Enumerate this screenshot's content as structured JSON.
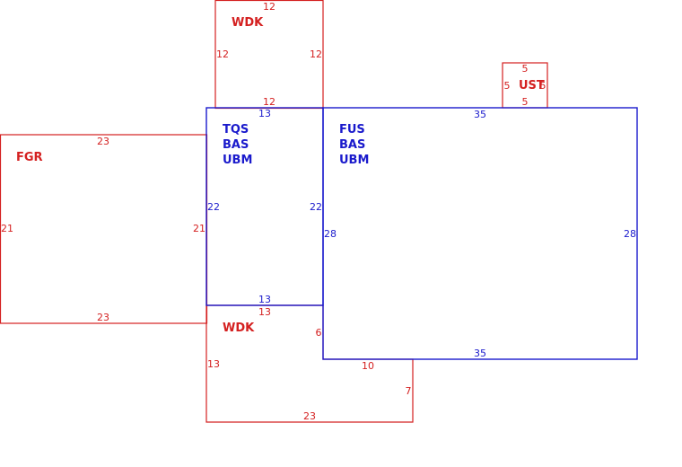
{
  "colors": {
    "red": "#d42020",
    "blue": "#1a1acc"
  },
  "areas": {
    "wdk_top": {
      "label": "WDK",
      "dims": {
        "top": "12",
        "left": "12",
        "right": "12",
        "bottom": "12"
      }
    },
    "ust": {
      "label": "UST",
      "dims": {
        "top": "5",
        "left": "5",
        "right": "5",
        "bottom": "5"
      }
    },
    "fgr": {
      "label": "FGR",
      "dims": {
        "top": "23",
        "left": "21",
        "right": "21",
        "bottom": "23"
      }
    },
    "tqs": {
      "lines": [
        "TQS",
        "BAS",
        "UBM"
      ],
      "dims": {
        "top": "13",
        "left": "22",
        "right": "22",
        "bottom": "13"
      }
    },
    "fus": {
      "lines": [
        "FUS",
        "BAS",
        "UBM"
      ],
      "dims": {
        "top": "35",
        "left": "28",
        "right": "28",
        "bottom": "35"
      }
    },
    "wdk_bottom": {
      "label": "WDK",
      "dims": {
        "top": "13",
        "left": "13",
        "right_upper": "6",
        "step": "10",
        "right_lower": "7",
        "bottom": "23"
      }
    }
  }
}
